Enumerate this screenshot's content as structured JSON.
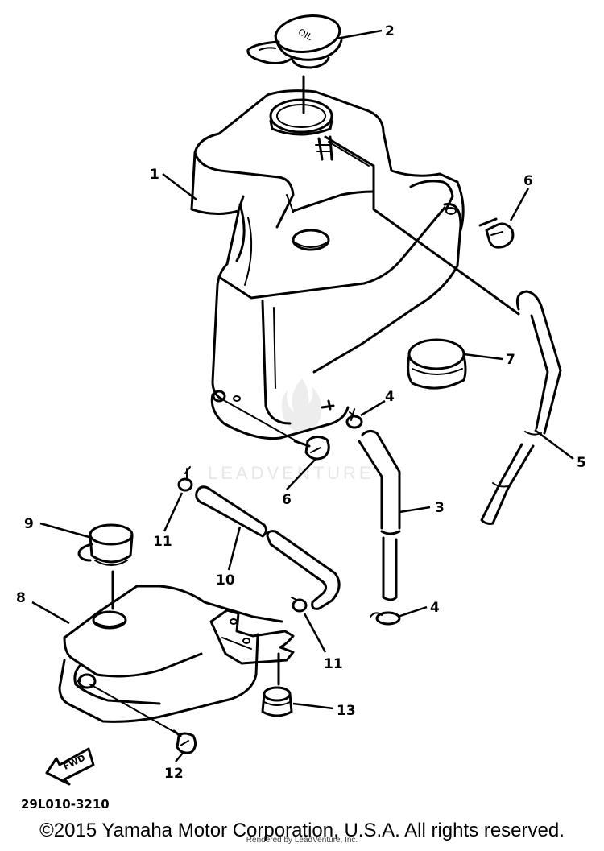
{
  "diagram_code": "29L010-3210",
  "watermark": "LEADVENTURE",
  "cap_marking": "OIL",
  "fwd_label": "FWD",
  "copyright": "©2015 Yamaha Motor Corporation, U.S.A. All rights reserved.",
  "rendered_by": "Rendered by LeadVenture, Inc.",
  "callouts": [
    {
      "id": "c1",
      "label": "1"
    },
    {
      "id": "c2",
      "label": "2"
    },
    {
      "id": "c3",
      "label": "3"
    },
    {
      "id": "c4a",
      "label": "4"
    },
    {
      "id": "c4b",
      "label": "4"
    },
    {
      "id": "c5",
      "label": "5"
    },
    {
      "id": "c6a",
      "label": "6"
    },
    {
      "id": "c6b",
      "label": "6"
    },
    {
      "id": "c7",
      "label": "7"
    },
    {
      "id": "c8",
      "label": "8"
    },
    {
      "id": "c9",
      "label": "9"
    },
    {
      "id": "c10",
      "label": "10"
    },
    {
      "id": "c11a",
      "label": "11"
    },
    {
      "id": "c11b",
      "label": "11"
    },
    {
      "id": "c12",
      "label": "12"
    },
    {
      "id": "c13",
      "label": "13"
    }
  ]
}
